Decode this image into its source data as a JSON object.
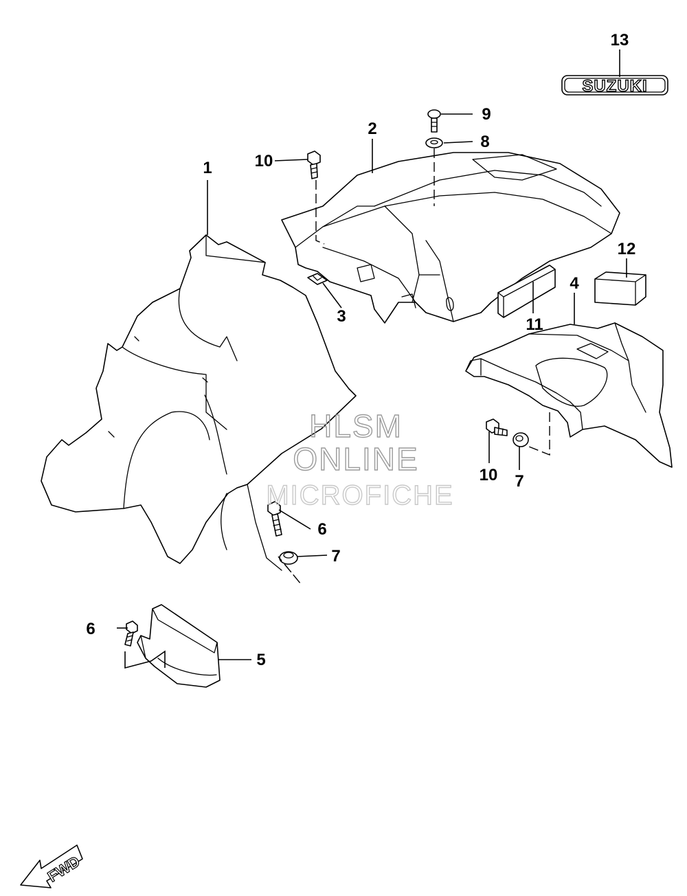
{
  "callouts": {
    "c1": "1",
    "c2": "2",
    "c3": "3",
    "c4": "4",
    "c5": "5",
    "c6a": "6",
    "c6b": "6",
    "c7a": "7",
    "c7b": "7",
    "c8": "8",
    "c9": "9",
    "c10a": "10",
    "c10b": "10",
    "c11": "11",
    "c12": "12",
    "c13": "13"
  },
  "badge": {
    "text": "SUZUKI"
  },
  "fwd_arrow": {
    "text": "FWD"
  },
  "watermark": {
    "line1": "HLSM",
    "line2": "ONLINE",
    "line3": "MICROFICHE"
  }
}
